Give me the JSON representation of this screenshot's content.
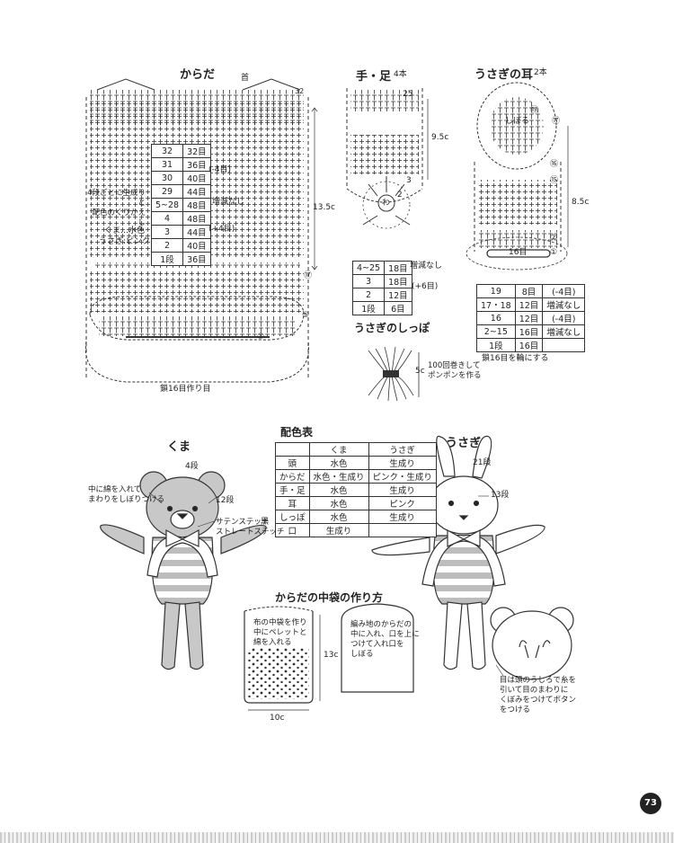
{
  "body_chart": {
    "title": "からだ",
    "neck": "首",
    "height_label": "13.5c",
    "chain_start": "鎖16目作り目",
    "round_marks": [
      "32",
      "⑰",
      "①",
      "⑤"
    ],
    "note_color_change": "4段ごとに生成りと\n配色のくりかえし",
    "note_bear": "くま…水色",
    "note_rabbit": "うさぎ:ピンク",
    "group_dec": "(-4目)",
    "group_none": "増減なし",
    "group_inc": "(+4目)",
    "rows": [
      {
        "round": "32",
        "stitches": "32目"
      },
      {
        "round": "31",
        "stitches": "36目"
      },
      {
        "round": "30",
        "stitches": "40目"
      },
      {
        "round": "29",
        "stitches": "44目"
      },
      {
        "round": "5~28",
        "stitches": "48目"
      },
      {
        "round": "4",
        "stitches": "48目"
      },
      {
        "round": "3",
        "stitches": "44目"
      },
      {
        "round": "2",
        "stitches": "40目"
      },
      {
        "round": "1段",
        "stitches": "36目"
      }
    ]
  },
  "limb_chart": {
    "title": "手・足",
    "count": "4本",
    "height_label": "9.5c",
    "round_marks": [
      "25",
      "3",
      "2",
      "わ"
    ],
    "group_none": "増減なし",
    "group_inc": "(+6目)",
    "rows": [
      {
        "round": "4~25",
        "stitches": "18目"
      },
      {
        "round": "3",
        "stitches": "18目"
      },
      {
        "round": "2",
        "stitches": "12目"
      },
      {
        "round": "1段",
        "stitches": "6目"
      }
    ]
  },
  "ear_chart": {
    "title": "うさぎの耳",
    "count": "2本",
    "height_label": "8.5c",
    "shibo_label": "しぼる",
    "round_marks": [
      "⑲",
      "⑰",
      "⑯",
      "⑮",
      "②",
      "①",
      "16目"
    ],
    "chain_start": "鎖16目を輪にする",
    "rows": [
      {
        "round": "19",
        "stitches": "8目",
        "note": "(-4目)"
      },
      {
        "round": "17・18",
        "stitches": "12目",
        "note": "増減なし"
      },
      {
        "round": "16",
        "stitches": "12目",
        "note": "(-4目)"
      },
      {
        "round": "2~15",
        "stitches": "16目",
        "note": "増減なし"
      },
      {
        "round": "1段",
        "stitches": "16目",
        "note": ""
      }
    ]
  },
  "tail": {
    "title": "うさぎのしっぽ",
    "size": "5c",
    "note": "100回巻きして\nポンポンを作る"
  },
  "color_table": {
    "title": "配色表",
    "header": [
      "",
      "くま",
      "うさぎ"
    ],
    "rows": [
      {
        "part": "頭",
        "bear": "水色",
        "rabbit": "生成り"
      },
      {
        "part": "からだ",
        "bear": "水色・生成り",
        "rabbit": "ピンク・生成り"
      },
      {
        "part": "手・足",
        "bear": "水色",
        "rabbit": "生成り"
      },
      {
        "part": "耳",
        "bear": "水色",
        "rabbit": "ピンク"
      },
      {
        "part": "しっぽ",
        "bear": "水色",
        "rabbit": "生成り"
      },
      {
        "part": "口",
        "bear": "生成り",
        "rabbit": ""
      }
    ]
  },
  "bear": {
    "title": "くま",
    "ear_rounds": "4段",
    "head_rounds": "12段",
    "note_stuff": "中に綿を入れて\nまわりをしぼりつける",
    "note_stitch": "サテンステッチ\nストレートステッチ",
    "note_color": "黒"
  },
  "rabbit": {
    "title": "うさぎ",
    "ear_rounds": "21段",
    "head_rounds": "13段"
  },
  "inner_bag": {
    "title": "からだの中袋の作り方",
    "note_left": "布の中袋を作り\n中にペレットと\n綿を入れる",
    "height": "13c",
    "width": "10c",
    "note_right": "編み地のからだの\n中に入れ、口を上に\nつけて入れ口を\nしぼる"
  },
  "eye_note": "目は頭のうしろで糸を\n引いて目のまわりに\nくぼみをつけてボタン\nをつける",
  "page_number": "73"
}
